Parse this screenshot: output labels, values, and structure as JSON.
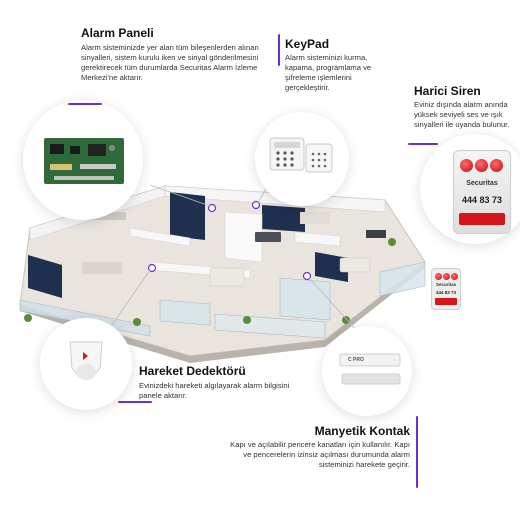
{
  "panels": {
    "alarm_panel": {
      "title": "Alarm Paneli",
      "description": "Alarm sisteminizde yer alan tüm bileşenlerden alınan sinyalleri, sistem kurulu iken ve sinyal gönderilmesini gerektirecek tüm durumlarda Securitas Alarm İzleme Merkezi'ne aktarır."
    },
    "keypad": {
      "title": "KeyPad",
      "description": "Alarm sisteminizi kurma, kapama, programlama ve şifreleme işlemlerini gerçekleştirir."
    },
    "external_siren": {
      "title": "Harici Siren",
      "description": "Eviniz dışında alarm anında yüksek seviyeli ses ve ışık sinyalleri ile uyanda bulunur."
    },
    "motion_detector": {
      "title": "Hareket Dedektörü",
      "description": "Evinizdeki hareketi algılayarak alarm bilgisini panele aktarır."
    },
    "magnetic_contact": {
      "title": "Manyetik Kontak",
      "description": "Kapı ve açılabilir pencere kanatları için kullanılır. Kapı ve pencerelerin izinsiz açılması durumunda alarm sisteminizi harekete geçirir."
    }
  },
  "siren_device": {
    "brand": "Securitas",
    "phone": "444 83 73"
  },
  "contact_sensor": {
    "label": "C PRO"
  },
  "colors": {
    "accent": "#6a2fd6",
    "siren_red": "#d4151a",
    "wall_navy": "#1f2f4e",
    "floor": "#e8e3dc"
  }
}
